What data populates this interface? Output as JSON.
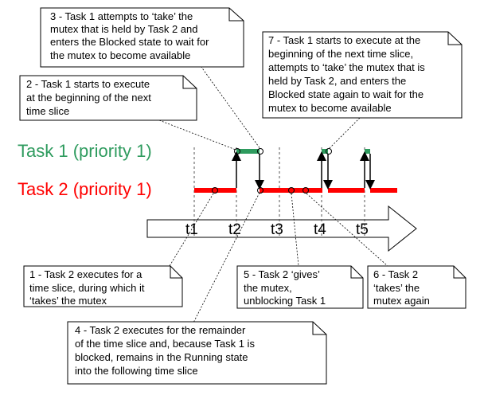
{
  "tasks": {
    "task1": {
      "label": "Task 1 (priority 1)",
      "color": "#2e9b5e"
    },
    "task2": {
      "label": "Task 2 (priority 1)",
      "color": "#ff0000"
    }
  },
  "ticks": [
    "t1",
    "t2",
    "t3",
    "t4",
    "t5"
  ],
  "notes": {
    "n1": [
      "1 - Task 2 executes for a",
      "time slice, during which it",
      "‘takes’ the mutex"
    ],
    "n2": [
      "2 - Task 1 starts to execute",
      "at the beginning of the next",
      "time slice"
    ],
    "n3": [
      "3 - Task 1 attempts to ‘take’ the",
      "mutex that is held by Task 2 and",
      "enters the Blocked state to wait for",
      "the mutex to become available"
    ],
    "n4": [
      "4 - Task 2 executes for the remainder",
      "of the time slice and, because Task 1 is",
      "blocked, remains in the Running state",
      "into the following time slice"
    ],
    "n5": [
      "5 - Task 2 ‘gives’",
      "the mutex,",
      "unblocking Task 1"
    ],
    "n6": [
      "6 - Task 2",
      "‘takes’ the",
      "mutex again"
    ],
    "n7": [
      "7 - Task 1 starts to execute at the",
      "beginning of the next time slice,",
      "attempts to ‘take’ the mutex that is",
      "held by Task 2, and enters the",
      "Blocked state again to wait for the",
      "mutex to become available"
    ]
  }
}
